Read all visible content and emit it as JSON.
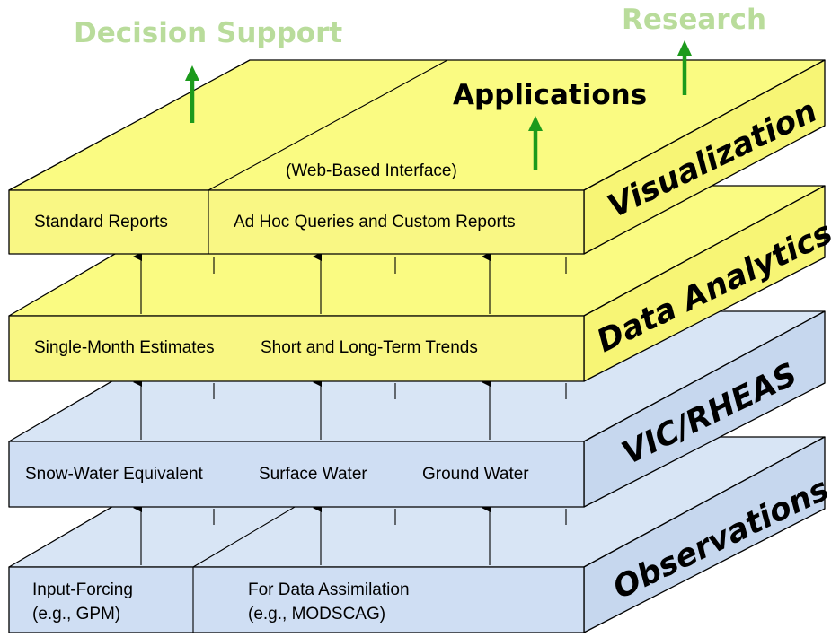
{
  "colors": {
    "yellow_front": "#f9f784",
    "yellow_top": "#fafb82",
    "yellow_side": "#f7f575",
    "blue_front": "#cfdef3",
    "blue_top": "#d8e5f5",
    "blue_side": "#c6d7ee",
    "outcome_text": "#b9dc9b",
    "outcome_arrow": "#1c9a1c",
    "edge": "#000000"
  },
  "outcomes": {
    "decision_support": "Decision Support",
    "research": "Research"
  },
  "layers": {
    "visualization": {
      "label": "Visualization",
      "top_title": "Applications",
      "top_note": "(Web-Based Interface)",
      "cells": [
        "Standard Reports",
        "Ad Hoc Queries and Custom Reports"
      ]
    },
    "data_analytics": {
      "label": "Data Analytics",
      "cells": [
        "Single-Month Estimates",
        "Short and Long-Term Trends"
      ]
    },
    "vic_rheas": {
      "label": "VIC/RHEAS",
      "cells": [
        "Snow-Water Equivalent",
        "Surface Water",
        "Ground Water"
      ]
    },
    "observations": {
      "label": "Observations",
      "cells": [
        {
          "line1": "Input-Forcing",
          "line2": "(e.g., GPM)"
        },
        {
          "line1": "For Data Assimilation",
          "line2": "(e.g., MODSCAG)"
        }
      ]
    }
  }
}
